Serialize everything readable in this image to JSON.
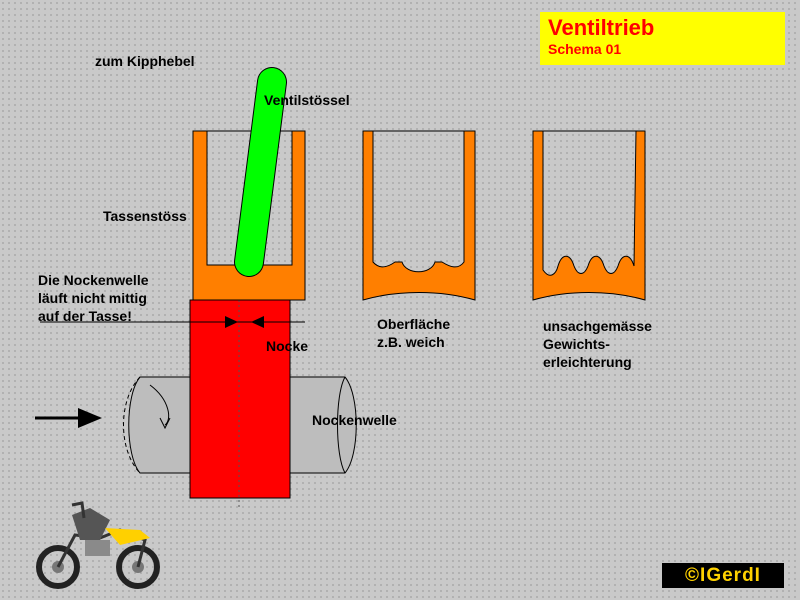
{
  "title": {
    "main": "Ventiltrieb",
    "sub": "Schema 01"
  },
  "labels": {
    "kipphebel": "zum Kipphebel",
    "ventilstoessel": "Ventilstössel",
    "tassenstoessel": "Tassenstöss",
    "nockenwelle_note_1": "Die Nockenwelle",
    "nockenwelle_note_2": "läuft nicht mittig",
    "nockenwelle_note_3": "auf der Tasse!",
    "nocke": "Nocke",
    "nockenwelle": "Nockenwelle",
    "oberflaeche_1": "Oberfläche",
    "oberflaeche_2": "z.B. weich",
    "unsach_1": "unsachgemässe",
    "unsach_2": "Gewichts-",
    "unsach_3": "erleichterung"
  },
  "copyright": "©IGerdI",
  "colors": {
    "tappet": "#ff7f00",
    "valve_stem": "#00ff00",
    "cam": "#ff0000",
    "shaft": "#bdbdbd",
    "title_bg": "#ffff00",
    "title_text": "#ff0000"
  },
  "icons": [
    "arrow-right-icon",
    "motorcycle-icon"
  ]
}
